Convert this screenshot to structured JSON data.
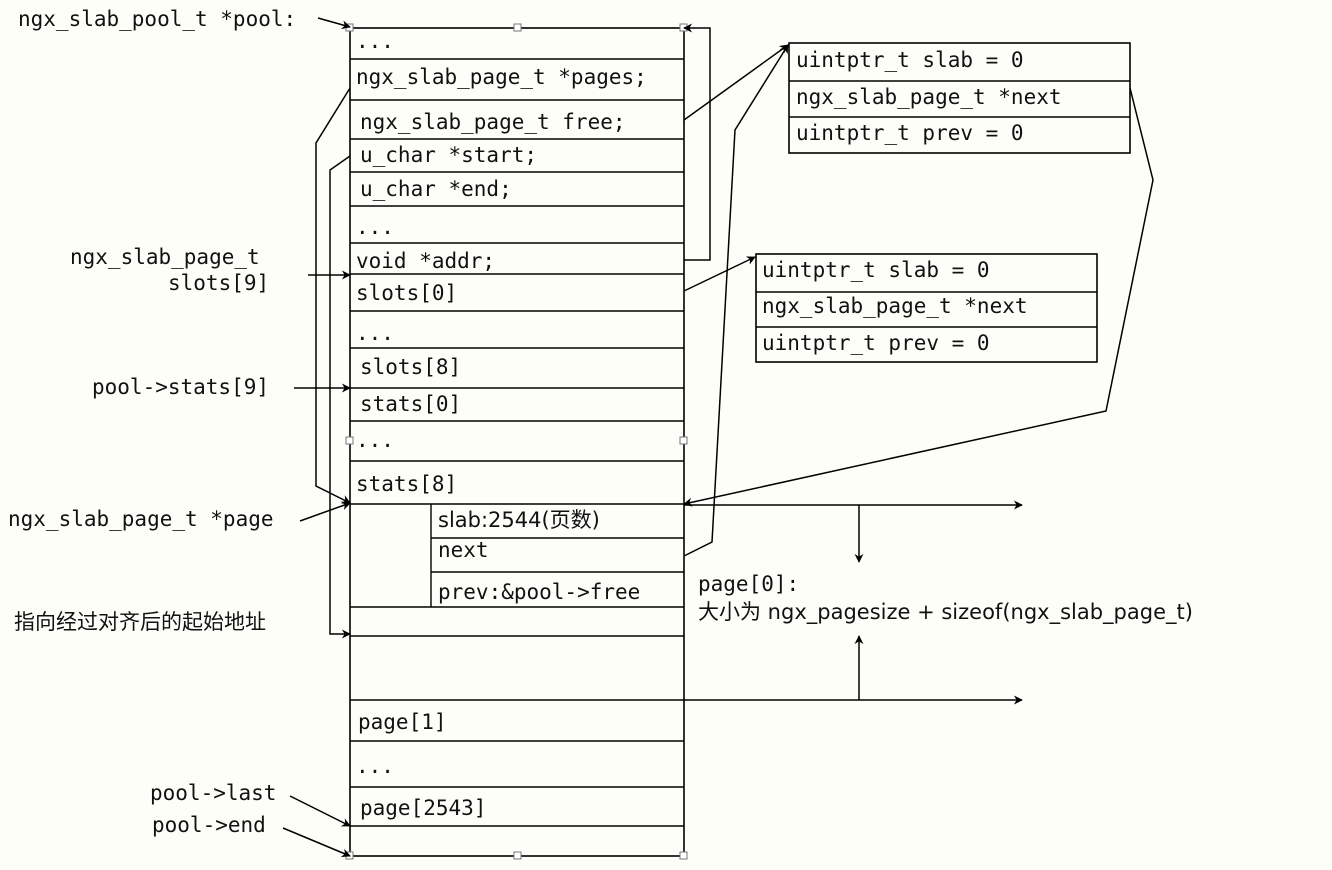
{
  "labels": {
    "pool_ptr": "ngx_slab_pool_t *pool:",
    "slots_label_line1": "ngx_slab_page_t",
    "slots_label_line2": "slots[9]",
    "stats_label": "pool->stats[9]",
    "page_ptr": "ngx_slab_page_t *page",
    "aligned_start": "指向经过对齐后的起始地址",
    "pool_last": "pool->last",
    "pool_end": "pool->end",
    "page0_title": "page[0]:",
    "page0_size": "大小为 ngx_pagesize + sizeof(ngx_slab_page_t)"
  },
  "pool_struct": {
    "fields": [
      "...",
      "ngx_slab_page_t *pages;",
      "ngx_slab_page_t free;",
      "u_char *start;",
      "u_char *end;",
      "...",
      "void *addr;",
      "slots[0]",
      "...",
      "slots[8]",
      "stats[0]",
      "...",
      "stats[8]"
    ],
    "page_entry": {
      "slab": "slab:2544(页数)",
      "next": "next",
      "prev": "prev:&pool->free"
    },
    "tail": [
      "page[1]",
      "...",
      "page[2543]"
    ]
  },
  "free_page_box": {
    "fields": [
      "uintptr_t  slab = 0",
      "ngx_slab_page_t *next",
      "uintptr_t  prev = 0"
    ]
  },
  "slot_box": {
    "fields": [
      "uintptr_t  slab = 0",
      "ngx_slab_page_t *next",
      "uintptr_t  prev = 0"
    ]
  }
}
